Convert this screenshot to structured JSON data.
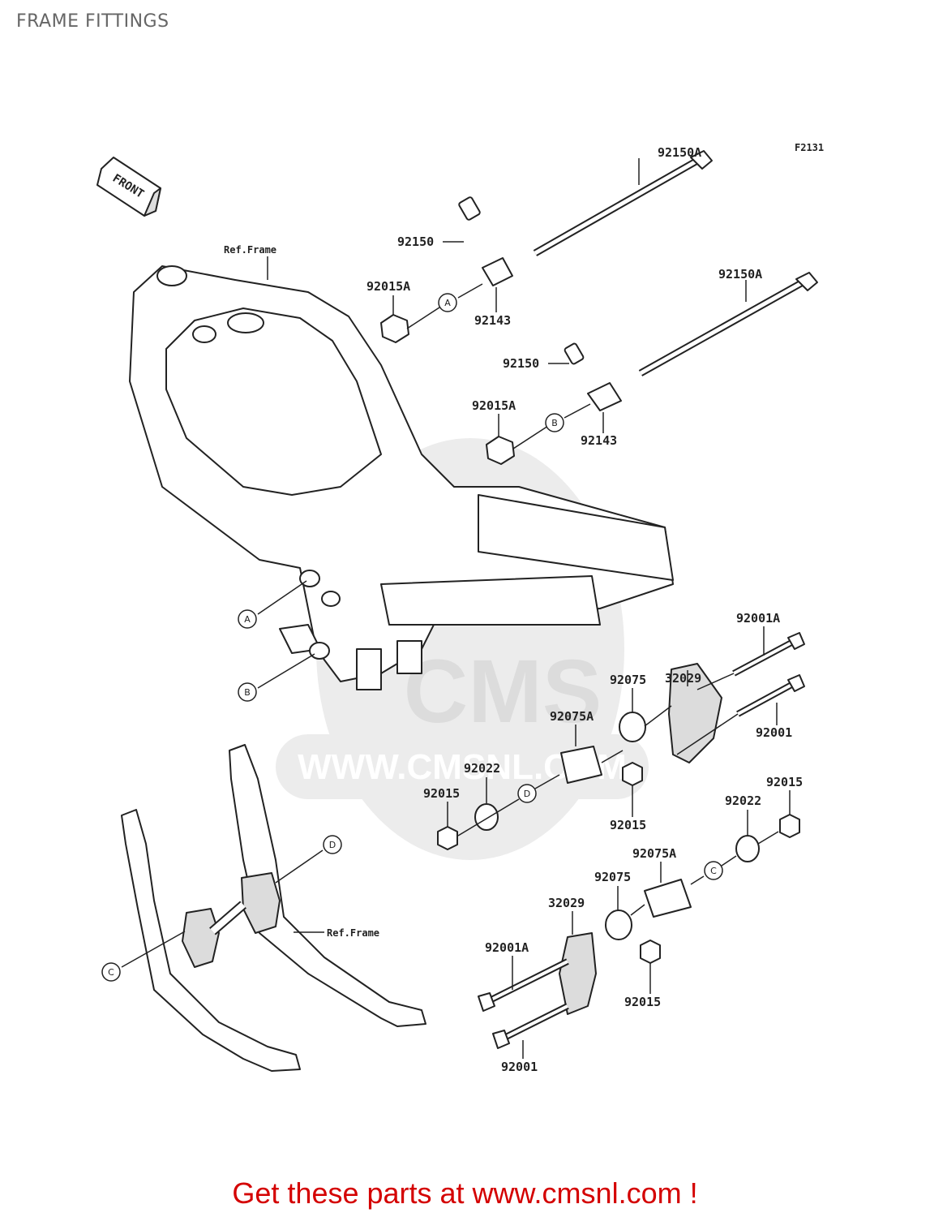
{
  "header": {
    "title": "FRAME FITTINGS"
  },
  "diagram": {
    "figure_code": "F2131",
    "front_label": "FRONT",
    "ref_frame_top": "Ref.Frame",
    "ref_frame_bottom": "Ref.Frame",
    "watermark_logo": "CMS",
    "watermark_url": "WWW.CMSNL.COM",
    "callouts": {
      "a": "A",
      "b": "B",
      "c": "C",
      "d": "D"
    },
    "part_numbers": {
      "p92150A_top": "92150A",
      "p92150_top": "92150",
      "p92015A_top": "92015A",
      "p92143_top": "92143",
      "p92150A_mid": "92150A",
      "p92150_mid": "92150",
      "p92015A_mid": "92015A",
      "p92143_mid": "92143",
      "p92001A_r": "92001A",
      "p32029_r": "32029",
      "p92075_r": "92075",
      "p92001_r": "92001",
      "p92075A_r": "92075A",
      "p92022_r": "92022",
      "p92015_r1": "92015",
      "p92015_r2": "92015",
      "p92015_r3": "92015",
      "p92022_r2": "92022",
      "p92075A_r2": "92075A",
      "p92075_r2": "92075",
      "p32029_r2": "32029",
      "p92001A_b": "92001A",
      "p92015_b": "92015",
      "p92001_b": "92001"
    }
  },
  "footer": {
    "text": "Get these parts at www.cmsnl.com !"
  }
}
